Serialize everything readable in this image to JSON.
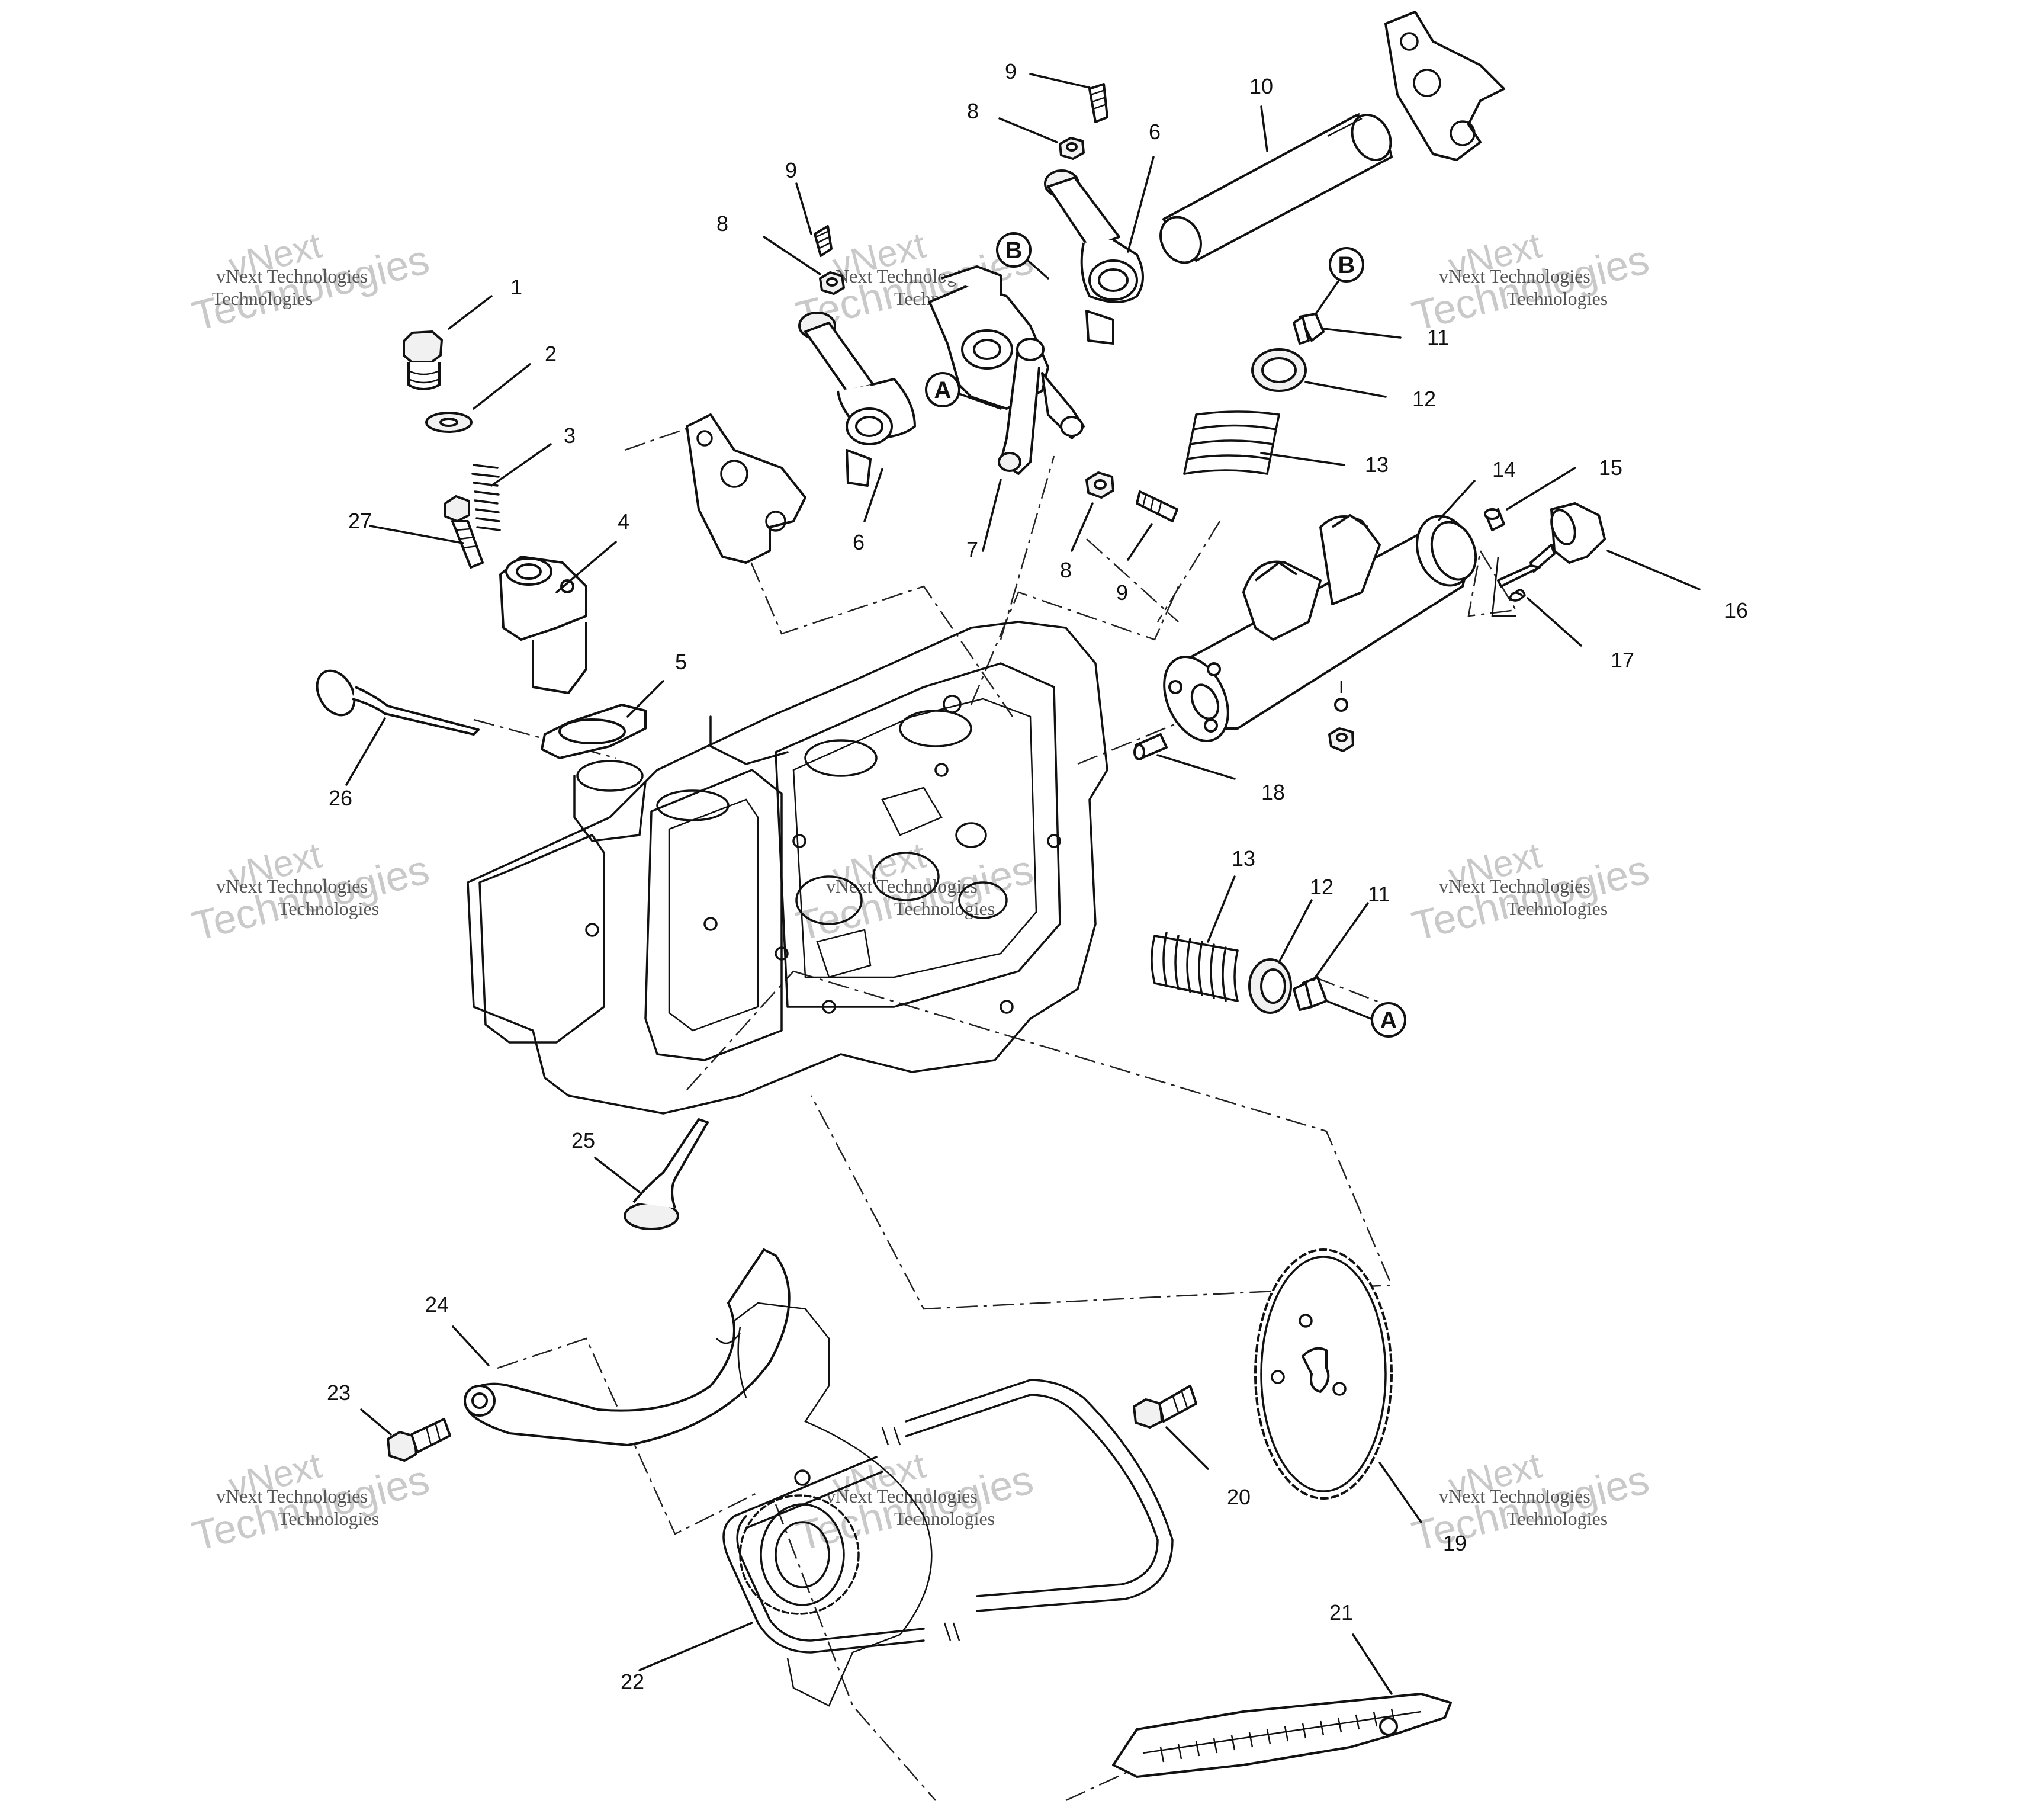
{
  "diagram": {
    "callouts": {
      "a": "A",
      "b": "B"
    },
    "labels": {
      "p1": "1",
      "p2": "2",
      "p3": "3",
      "p4": "4",
      "p5": "5",
      "p6a": "6",
      "p6b": "6",
      "p7": "7",
      "p8a": "8",
      "p8b": "8",
      "p8c": "8",
      "p9a": "9",
      "p9b": "9",
      "p9c": "9",
      "p10": "10",
      "p11a": "11",
      "p11b": "11",
      "p12a": "12",
      "p12b": "12",
      "p13a": "13",
      "p13b": "13",
      "p14": "14",
      "p15": "15",
      "p16": "16",
      "p17": "17",
      "p18": "18",
      "p19": "19",
      "p20": "20",
      "p21": "21",
      "p22": "22",
      "p23": "23",
      "p24": "24",
      "p25": "25",
      "p26": "26",
      "p27": "27"
    },
    "watermark": {
      "line1": "vNext",
      "line2": "Technologies",
      "small": "vNext Technologies"
    }
  }
}
